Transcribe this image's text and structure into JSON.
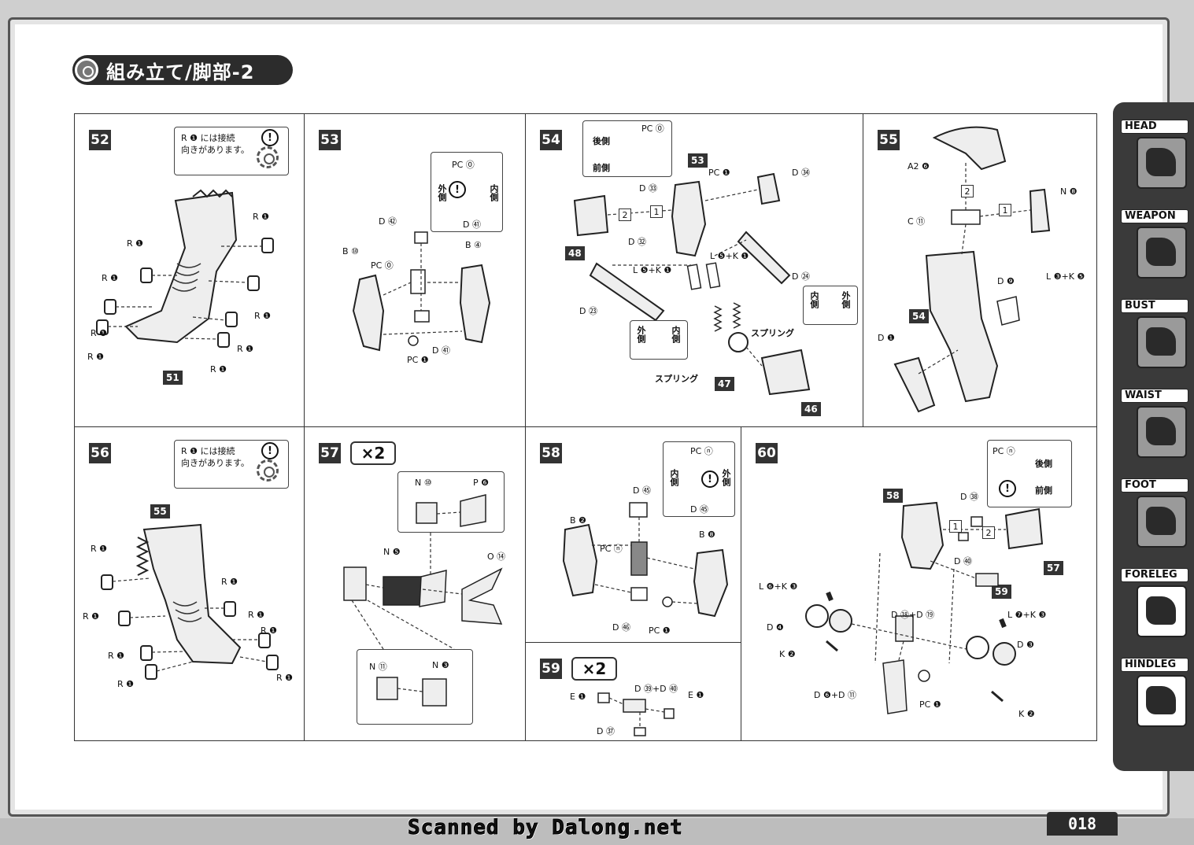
{
  "header": {
    "title": "組み立て/脚部-2"
  },
  "steps": [
    {
      "number": "52",
      "note": [
        "R ❶ には接続",
        "向きがあります。"
      ],
      "subassembly": "51",
      "labels": [
        "R ❶",
        "R ❶",
        "R ❶",
        "R ❶",
        "R ❶",
        "R ❶",
        "R ❶",
        "R ❶"
      ]
    },
    {
      "number": "53",
      "inset": {
        "part": "PC ⓪",
        "outer": "外側",
        "inner": "内側",
        "bottom": "D ㊶"
      },
      "labels": [
        "D ㊷",
        "B ⑩",
        "B ④",
        "PC ⓪",
        "D ㊶",
        "PC ❶"
      ]
    },
    {
      "number": "54",
      "inset": {
        "part": "PC ⓪",
        "rear": "後側",
        "front": "前側"
      },
      "subassembly": "53",
      "labels": [
        "D ㉝",
        "D ㉜",
        "PC ❶",
        "D ㉞",
        "L ❺+K ❶",
        "L ❺+K ❶",
        "D ㉔",
        "D ㉓"
      ],
      "subs": [
        "48",
        "47",
        "46"
      ],
      "spring": "スプリング",
      "spring2": "スプリング",
      "inner_outer": {
        "inner": "内側",
        "outer": "外側"
      },
      "outer_inner": {
        "outer": "外側",
        "inner": "内側"
      }
    },
    {
      "number": "55",
      "labels": [
        "A2 ❻",
        "N ❽",
        "C ⑪",
        "D ❾",
        "L ❸+K ❺",
        "D ❶"
      ],
      "subassembly": "54"
    },
    {
      "number": "56",
      "note": [
        "R ❶ には接続",
        "向きがあります。"
      ],
      "subassembly": "55",
      "labels": [
        "R ❶",
        "R ❶",
        "R ❶",
        "R ❶",
        "R ❶",
        "R ❶",
        "R ❶",
        "R ❶"
      ]
    },
    {
      "number": "57",
      "multiplier": "×2",
      "labels": [
        "N ⑩",
        "P ❻",
        "N ❺",
        "O ⑭",
        "N ⑪",
        "N ❸"
      ]
    },
    {
      "number": "58",
      "inset": {
        "part": "PC ⓝ",
        "inner": "内側",
        "outer": "外側",
        "bottom": "D ㊺"
      },
      "labels": [
        "D ㊺",
        "B ❷",
        "B ❽",
        "PC ⓝ",
        "D ㊻",
        "PC ❶"
      ]
    },
    {
      "number": "59",
      "multiplier": "×2",
      "labels": [
        "E ❶",
        "D ㊴+D ㊵",
        "E ❶",
        "D ㊲"
      ]
    },
    {
      "number": "60",
      "inset": {
        "part": "PC ⓝ",
        "rear": "後側",
        "front": "前側"
      },
      "subassembly": "58",
      "labels": [
        "D ㊳",
        "D ㊵",
        "L ❻+K ❸",
        "D ❹",
        "K ❷",
        "D ⑱+D ⑲",
        "L ❼+K ❸",
        "D ❸",
        "D ❻+D ⑪",
        "PC ❶",
        "K ❷"
      ],
      "subs": [
        "57",
        "59"
      ]
    }
  ],
  "side_nav": [
    {
      "label": "HEAD"
    },
    {
      "label": "WEAPON"
    },
    {
      "label": "BUST"
    },
    {
      "label": "WAIST"
    },
    {
      "label": "FOOT"
    },
    {
      "label": "FORELEG"
    },
    {
      "label": "HINDLEG"
    }
  ],
  "active_section": "FORELEG",
  "footer": {
    "watermark": "Scanned by Dalong.net",
    "page_number": "018"
  }
}
